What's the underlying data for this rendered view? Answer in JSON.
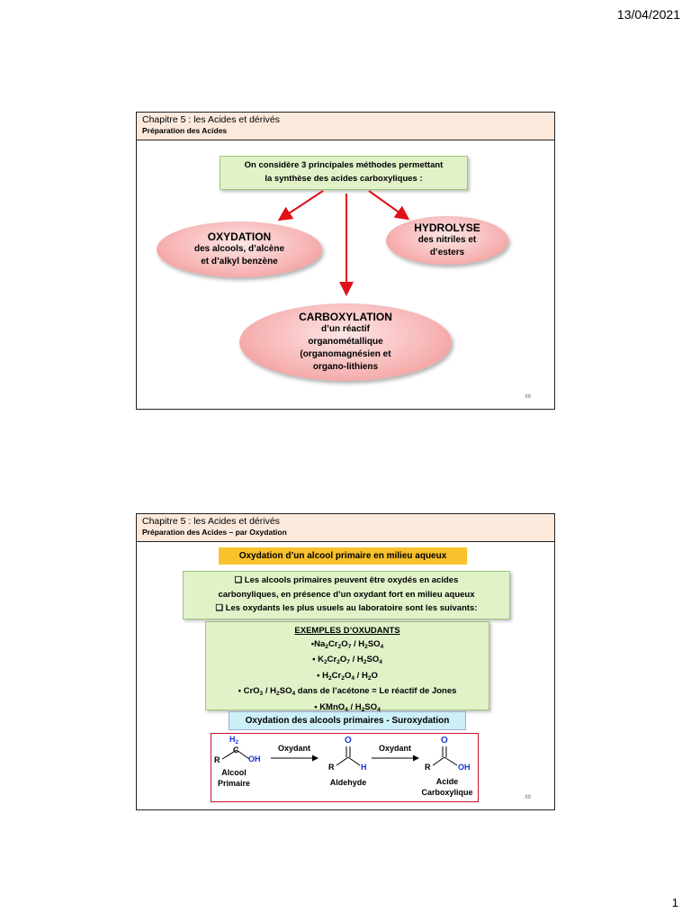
{
  "date": "13/04/2021",
  "page_number": "1",
  "slide1": {
    "header_title": "Chapitre 5 :  les Acides et dérivés",
    "header_sub": "Préparation des Acides",
    "intro_line1": "On considère 3 principales méthodes permettant",
    "intro_line2": "la synthèse des acides carboxyliques :",
    "oxydation": {
      "title": "OXYDATION",
      "line1": "des alcools, d’alcène",
      "line2": "et d’alkyl benzène"
    },
    "hydrolyse": {
      "title": "HYDROLYSE",
      "line1": "des nitriles et",
      "line2": "d’esters"
    },
    "carboxylation": {
      "title": "CARBOXYLATION",
      "line1": "d’un réactif",
      "line2": "organométallique",
      "line3": "(organomagnésien et",
      "line4": "organo-lithiens"
    },
    "slide_number": "88",
    "arrow_color": "#e0101a"
  },
  "slide2": {
    "header_title": "Chapitre 5 :  les Acides et dérivés",
    "header_sub": "Préparation des Acides – par Oxydation",
    "orange_title": "Oxydation  d’un alcool primaire en milieu aqueux",
    "bullet1_line1": "Les alcools primaires peuvent être oxydés en acides",
    "bullet1_line2": "carbonyliques, en présence d’un oxydant fort en milieu aqueux",
    "bullet2": "Les oxydants les plus usuels au laboratoire sont les suivants:",
    "examples_title": "EXEMPLES D’OXUDANTS",
    "example_jones_suffix": "  dans de l’acétone  =  Le réactif de Jones",
    "blue_title": "Oxydation des alcools primaires - Suroxydation",
    "reaction": {
      "oxydant1": "Oxydant",
      "oxydant2": "Oxydant",
      "alcool_label_1": "Alcool",
      "alcool_label_2": "Primaire",
      "aldehyde_label": "Aldehyde",
      "acide_label_1": "Acide",
      "acide_label_2": "Carboxylique",
      "atom_R": "R",
      "atom_OH": "OH",
      "atom_O": "O",
      "atom_H": "H",
      "atom_H2": "H"
    },
    "slide_number": "89"
  }
}
